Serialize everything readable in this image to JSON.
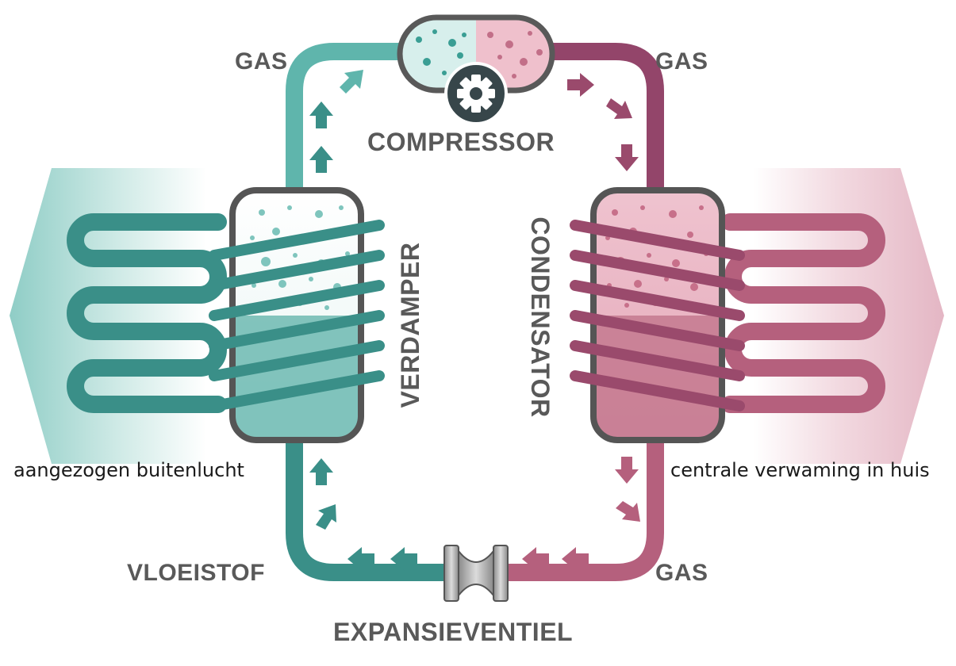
{
  "labels": {
    "gas_top_left": "GAS",
    "gas_top_right": "GAS",
    "gas_bottom_right": "GAS",
    "compressor": "COMPRESSOR",
    "evaporator": "VERDAMPER",
    "condenser": "CONDENSATOR",
    "liquid": "VLOEISTOF",
    "expansion_valve": "EXPANSIEVENTIEL",
    "outside_air": "aangezogen buitenlucht",
    "central_heating": "centrale verwaming in huis"
  },
  "colors": {
    "cold": "#3a8f88",
    "cold_light": "#5fb5ac",
    "warm": "#9a4a6c",
    "warm_light": "#b5607d",
    "outline": "#555555",
    "text_bold": "#595959",
    "gear_bg": "#37464a"
  },
  "icons": {
    "compressor": "gear-icon",
    "expansion_valve": "valve-icon"
  }
}
